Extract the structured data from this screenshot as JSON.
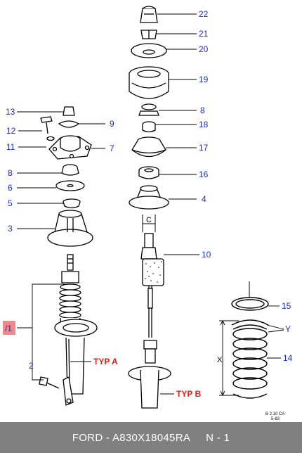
{
  "diagram": {
    "callouts": {
      "n22": "22",
      "n21": "21",
      "n20": "20",
      "n19": "19",
      "n8a": "8",
      "n18": "18",
      "n17": "17",
      "n16": "16",
      "n4": "4",
      "n10": "10",
      "n15": "15",
      "n14": "14",
      "n13": "13",
      "n12": "12",
      "n11": "11",
      "n9": "9",
      "n7": "7",
      "n8b": "8",
      "n6": "6",
      "n5": "5",
      "n3": "3",
      "n1": "/1",
      "n2": "2"
    },
    "labels": {
      "typ_a": "TYP A",
      "typ_b": "TYP B",
      "dim_c": "C",
      "dim_x": "X",
      "dim_y": "Y"
    },
    "stamp": {
      "line1": "B 2.10 CA",
      "line2": "5-83"
    },
    "colors": {
      "callout": "#1a2bc2",
      "typ": "#e0201b",
      "ink": "#000000",
      "highlight": "#f08a8a"
    }
  },
  "footer": {
    "brand_part": "FORD - A830X18045RA",
    "index": "N - 1"
  }
}
